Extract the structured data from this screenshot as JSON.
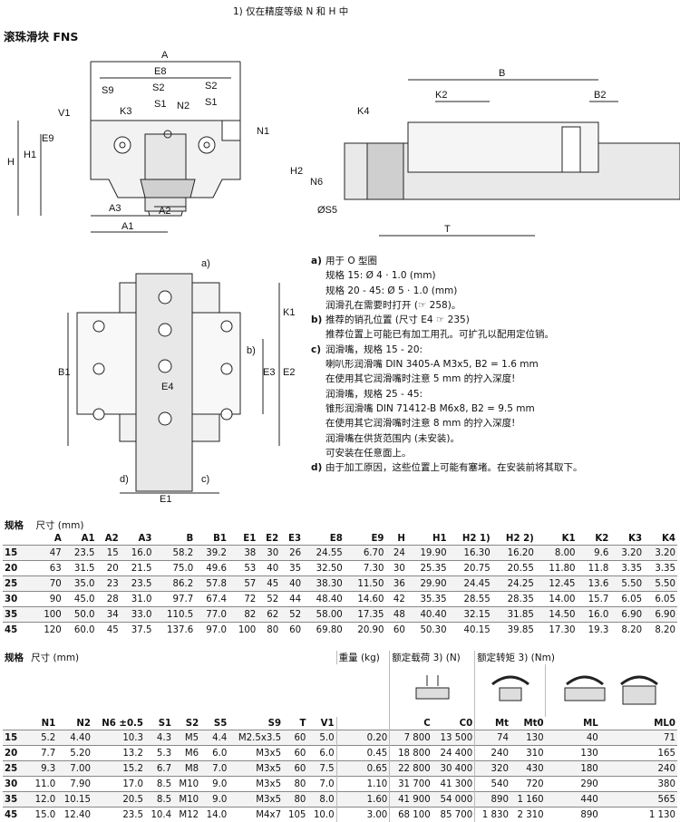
{
  "footnote": "1)  仅在精度等级 N 和 H 中",
  "section_title": "滚珠滑块 FNS",
  "front_view_labels": {
    "A": "A",
    "E8": "E8",
    "S9": "S9",
    "S2": "S2",
    "K3": "K3",
    "S1": "S1",
    "N2": "N2",
    "V1": "V1",
    "E9": "E9",
    "H": "H",
    "H1": "H1",
    "N1": "N1",
    "A3": "A3",
    "A2": "A2",
    "A1": "A1"
  },
  "side_view_labels": {
    "B": "B",
    "K2": "K2",
    "B2": "B2",
    "K4": "K4",
    "H2": "H2",
    "N6": "N6",
    "S5": "ØS5",
    "T": "T"
  },
  "top_view_labels": {
    "a": "a)",
    "b": "b)",
    "c": "c)",
    "d": "d)",
    "K1": "K1",
    "B1": "B1",
    "E3": "E3",
    "E2": "E2",
    "E4": "E4",
    "E1": "E1"
  },
  "notes": [
    {
      "key": "a)",
      "lines": [
        "用于 O 型圈",
        "规格 15: Ø 4 · 1.0 (mm)",
        "规格 20 - 45: Ø 5 · 1.0 (mm)",
        "润滑孔在需要时打开 (☞ 258)。"
      ]
    },
    {
      "key": "b)",
      "lines": [
        "推荐的销孔位置 (尺寸 E4 ☞ 235)",
        "推荐位置上可能已有加工用孔。可扩孔以配用定位销。"
      ]
    },
    {
      "key": "c)",
      "lines": [
        "润滑嘴，规格 15 - 20:",
        "喇叭形润滑嘴 DIN 3405-A M3x5, B2 = 1.6 mm",
        "在使用其它润滑嘴时注意 5 mm 的拧入深度!",
        "润滑嘴，规格 25 - 45:",
        "锥形润滑嘴 DIN 71412-B M6x8, B2 = 9.5 mm",
        "在使用其它润滑嘴时注意 8 mm 的拧入深度!",
        "润滑嘴在供货范围内 (未安装)。",
        "可安装在任意面上。"
      ]
    },
    {
      "key": "d)",
      "lines": [
        "由于加工原因，这些位置上可能有塞堵。在安装前将其取下。"
      ]
    }
  ],
  "table1": {
    "label_size": "规格",
    "label_dims": "尺寸 (mm)",
    "headers": [
      "A",
      "A1",
      "A2",
      "A3",
      "B",
      "B1",
      "E1",
      "E2",
      "E3",
      "E8",
      "E9",
      "H",
      "H1",
      "H2 1)",
      "H2 2)",
      "K1",
      "K2",
      "K3",
      "K4"
    ],
    "rows": [
      [
        "15",
        "47",
        "23.5",
        "15",
        "16.0",
        "58.2",
        "39.2",
        "38",
        "30",
        "26",
        "24.55",
        "6.70",
        "24",
        "19.90",
        "16.30",
        "16.20",
        "8.00",
        "9.6",
        "3.20",
        "3.20"
      ],
      [
        "20",
        "63",
        "31.5",
        "20",
        "21.5",
        "75.0",
        "49.6",
        "53",
        "40",
        "35",
        "32.50",
        "7.30",
        "30",
        "25.35",
        "20.75",
        "20.55",
        "11.80",
        "11.8",
        "3.35",
        "3.35"
      ],
      [
        "25",
        "70",
        "35.0",
        "23",
        "23.5",
        "86.2",
        "57.8",
        "57",
        "45",
        "40",
        "38.30",
        "11.50",
        "36",
        "29.90",
        "24.45",
        "24.25",
        "12.45",
        "13.6",
        "5.50",
        "5.50"
      ],
      [
        "30",
        "90",
        "45.0",
        "28",
        "31.0",
        "97.7",
        "67.4",
        "72",
        "52",
        "44",
        "48.40",
        "14.60",
        "42",
        "35.35",
        "28.55",
        "28.35",
        "14.00",
        "15.7",
        "6.05",
        "6.05"
      ],
      [
        "35",
        "100",
        "50.0",
        "34",
        "33.0",
        "110.5",
        "77.0",
        "82",
        "62",
        "52",
        "58.00",
        "17.35",
        "48",
        "40.40",
        "32.15",
        "31.85",
        "14.50",
        "16.0",
        "6.90",
        "6.90"
      ],
      [
        "45",
        "120",
        "60.0",
        "45",
        "37.5",
        "137.6",
        "97.0",
        "100",
        "80",
        "60",
        "69.80",
        "20.90",
        "60",
        "50.30",
        "40.15",
        "39.85",
        "17.30",
        "19.3",
        "8.20",
        "8.20"
      ]
    ]
  },
  "table2": {
    "label_size": "规格",
    "label_dims": "尺寸 (mm)",
    "label_weight": "重量 (kg)",
    "label_load": "额定载荷 3) (N)",
    "label_torque": "额定转矩 3) (Nm)",
    "headers": [
      "N1",
      "N2",
      "N6 ±0.5",
      "S1",
      "S2",
      "S5",
      "S9",
      "T",
      "V1",
      "",
      "C",
      "C0",
      "Mt",
      "Mt0",
      "ML",
      "ML0"
    ],
    "rows": [
      [
        "15",
        "5.2",
        "4.40",
        "10.3",
        "4.3",
        "M5",
        "4.4",
        "M2.5x3.5",
        "60",
        "5.0",
        "0.20",
        "7 800",
        "13 500",
        "74",
        "130",
        "40",
        "71"
      ],
      [
        "20",
        "7.7",
        "5.20",
        "13.2",
        "5.3",
        "M6",
        "6.0",
        "M3x5",
        "60",
        "6.0",
        "0.45",
        "18 800",
        "24 400",
        "240",
        "310",
        "130",
        "165"
      ],
      [
        "25",
        "9.3",
        "7.00",
        "15.2",
        "6.7",
        "M8",
        "7.0",
        "M3x5",
        "60",
        "7.5",
        "0.65",
        "22 800",
        "30 400",
        "320",
        "430",
        "180",
        "240"
      ],
      [
        "30",
        "11.0",
        "7.90",
        "17.0",
        "8.5",
        "M10",
        "9.0",
        "M3x5",
        "80",
        "7.0",
        "1.10",
        "31 700",
        "41 300",
        "540",
        "720",
        "290",
        "380"
      ],
      [
        "35",
        "12.0",
        "10.15",
        "20.5",
        "8.5",
        "M10",
        "9.0",
        "M3x5",
        "80",
        "8.0",
        "1.60",
        "41 900",
        "54 000",
        "890",
        "1 160",
        "440",
        "565"
      ],
      [
        "45",
        "15.0",
        "12.40",
        "23.5",
        "10.4",
        "M12",
        "14.0",
        "M4x7",
        "105",
        "10.0",
        "3.00",
        "68 100",
        "85 700",
        "1 830",
        "2 310",
        "890",
        "1 130"
      ]
    ]
  }
}
